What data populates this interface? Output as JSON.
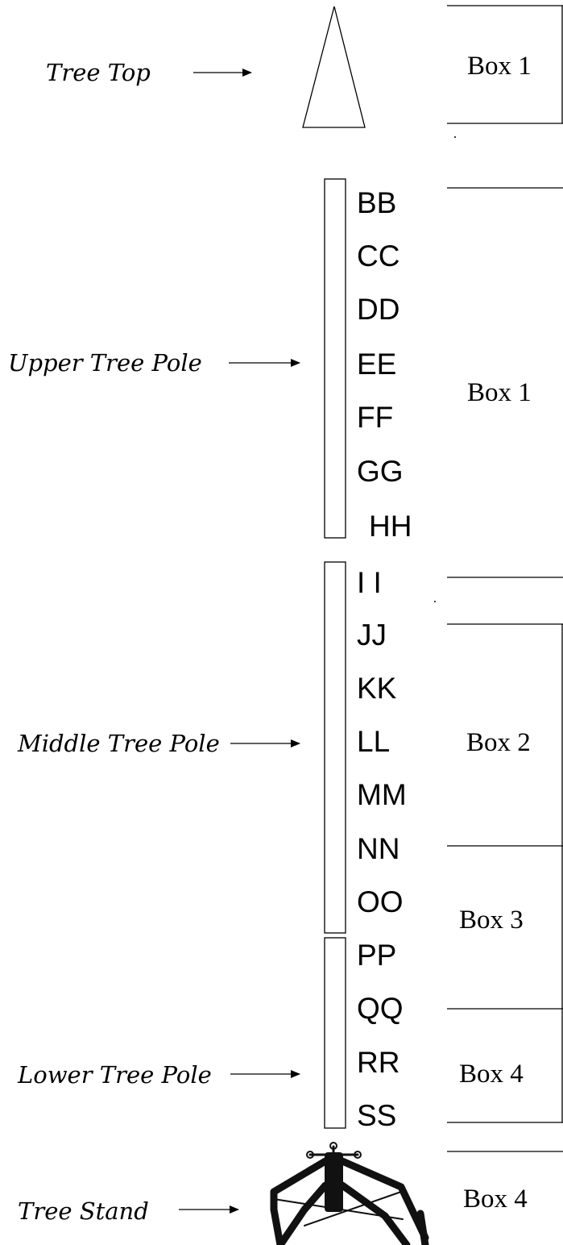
{
  "parts": {
    "tree_top": "Tree Top",
    "upper_pole": "Upper Tree Pole",
    "middle_pole": "Middle Tree Pole",
    "lower_pole": "Lower Tree Pole",
    "tree_stand": "Tree Stand"
  },
  "segments": [
    "BB",
    "CC",
    "DD",
    "EE",
    "FF",
    "GG",
    "HH",
    "I I",
    "JJ",
    "KK",
    "LL",
    "MM",
    "NN",
    "OO",
    "PP",
    "QQ",
    "RR",
    "SS"
  ],
  "boxes": {
    "top": "Box 1",
    "upper": "Box 1",
    "middle": "Box 2",
    "middle_lower": "Box 3",
    "lower": "Box 4",
    "stand": "Box 4"
  }
}
